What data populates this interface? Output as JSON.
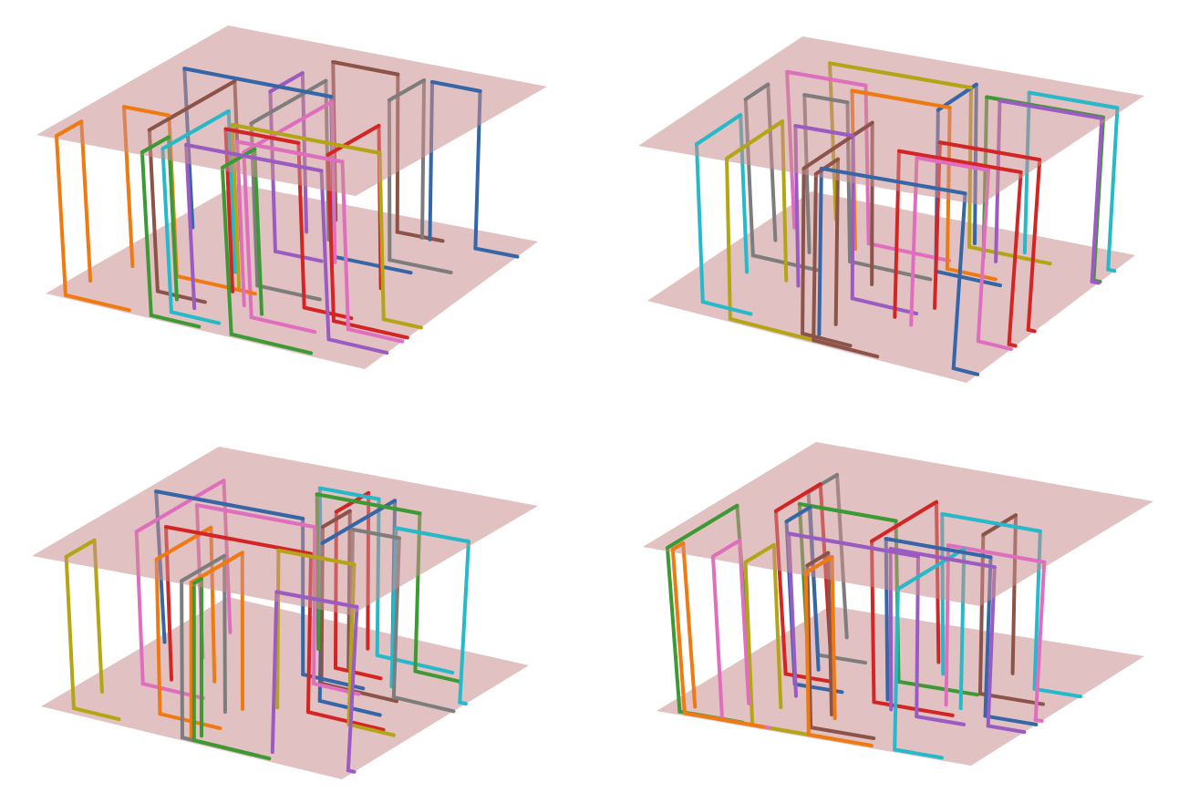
{
  "palette": {
    "blue": "#3466a8",
    "orange": "#f07a12",
    "green": "#3c9a34",
    "red": "#d42525",
    "purple": "#9a5bc2",
    "brown": "#8c5348",
    "pink": "#df6ebf",
    "gray": "#7d7d7d",
    "olive": "#b3a514",
    "cyan": "#25b9c9",
    "plane": "#c98e8e"
  },
  "panels": [
    {
      "name": "panel-top-left",
      "loop_count": 18
    },
    {
      "name": "panel-top-right",
      "loop_count": 18
    },
    {
      "name": "panel-bottom-left",
      "loop_count": 18
    },
    {
      "name": "panel-bottom-right",
      "loop_count": 18
    }
  ]
}
